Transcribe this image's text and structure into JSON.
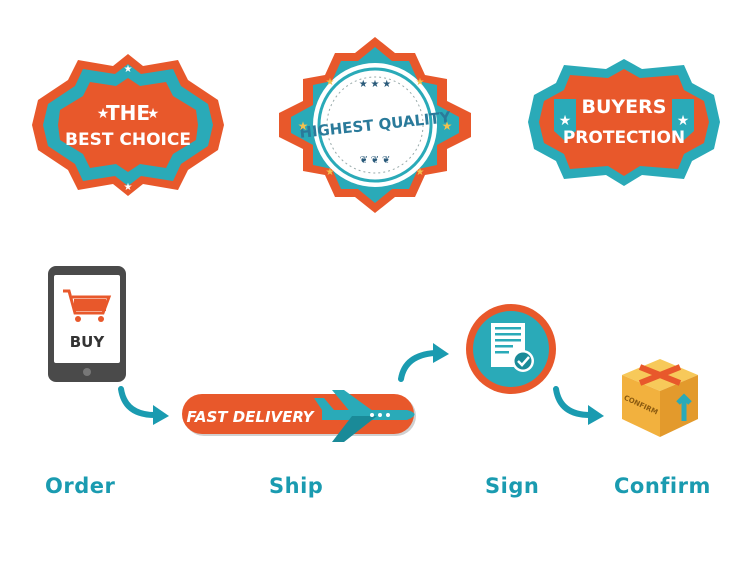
{
  "badges": {
    "best_choice": {
      "line1": "THE",
      "line2": "BEST CHOICE"
    },
    "highest_quality": {
      "text": "HIGHEST QUALITY"
    },
    "buyers_protection": {
      "line1": "BUYERS",
      "line2": "PROTECTION"
    }
  },
  "steps": [
    {
      "label": "Order",
      "icon_text": "BUY"
    },
    {
      "label": "Ship",
      "icon_text": "FAST DELIVERY"
    },
    {
      "label": "Sign"
    },
    {
      "label": "Confirm",
      "icon_text": "CONFIRM"
    }
  ],
  "colors": {
    "orange": "#e8582b",
    "teal": "#2aaab8",
    "dark_teal": "#1a9bb0",
    "gold": "#f2c14e",
    "gray_device": "#4a4a4a"
  }
}
